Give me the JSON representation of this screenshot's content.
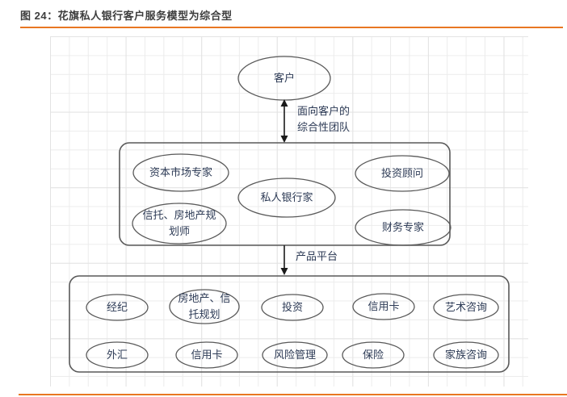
{
  "colors": {
    "accent": "#e87722",
    "shape-stroke": "#595959",
    "arrow": "#1a1a1a",
    "text": "#2c3a55",
    "title-text": "#3d3d3d",
    "grid-line": "#ececec"
  },
  "figure": {
    "title": "图 24：花旗私人银行客户服务模型为综合型"
  },
  "diagram": {
    "customer_node": "客户",
    "team_arrow_label": [
      "面向客户的",
      "综合性团队"
    ],
    "team_members": [
      "资本市场专家",
      "私人银行家",
      [
        "信托、房地产规",
        "划师"
      ],
      "投资顾问",
      "财务专家"
    ],
    "platform_arrow_label": "产品平台",
    "products_row1": [
      "经纪",
      [
        "房地产、信",
        "托规划"
      ],
      "投资",
      "信用卡",
      "艺术咨询"
    ],
    "products_row2": [
      "外汇",
      "信用卡",
      "风险管理",
      "保险",
      "家族咨询"
    ]
  }
}
